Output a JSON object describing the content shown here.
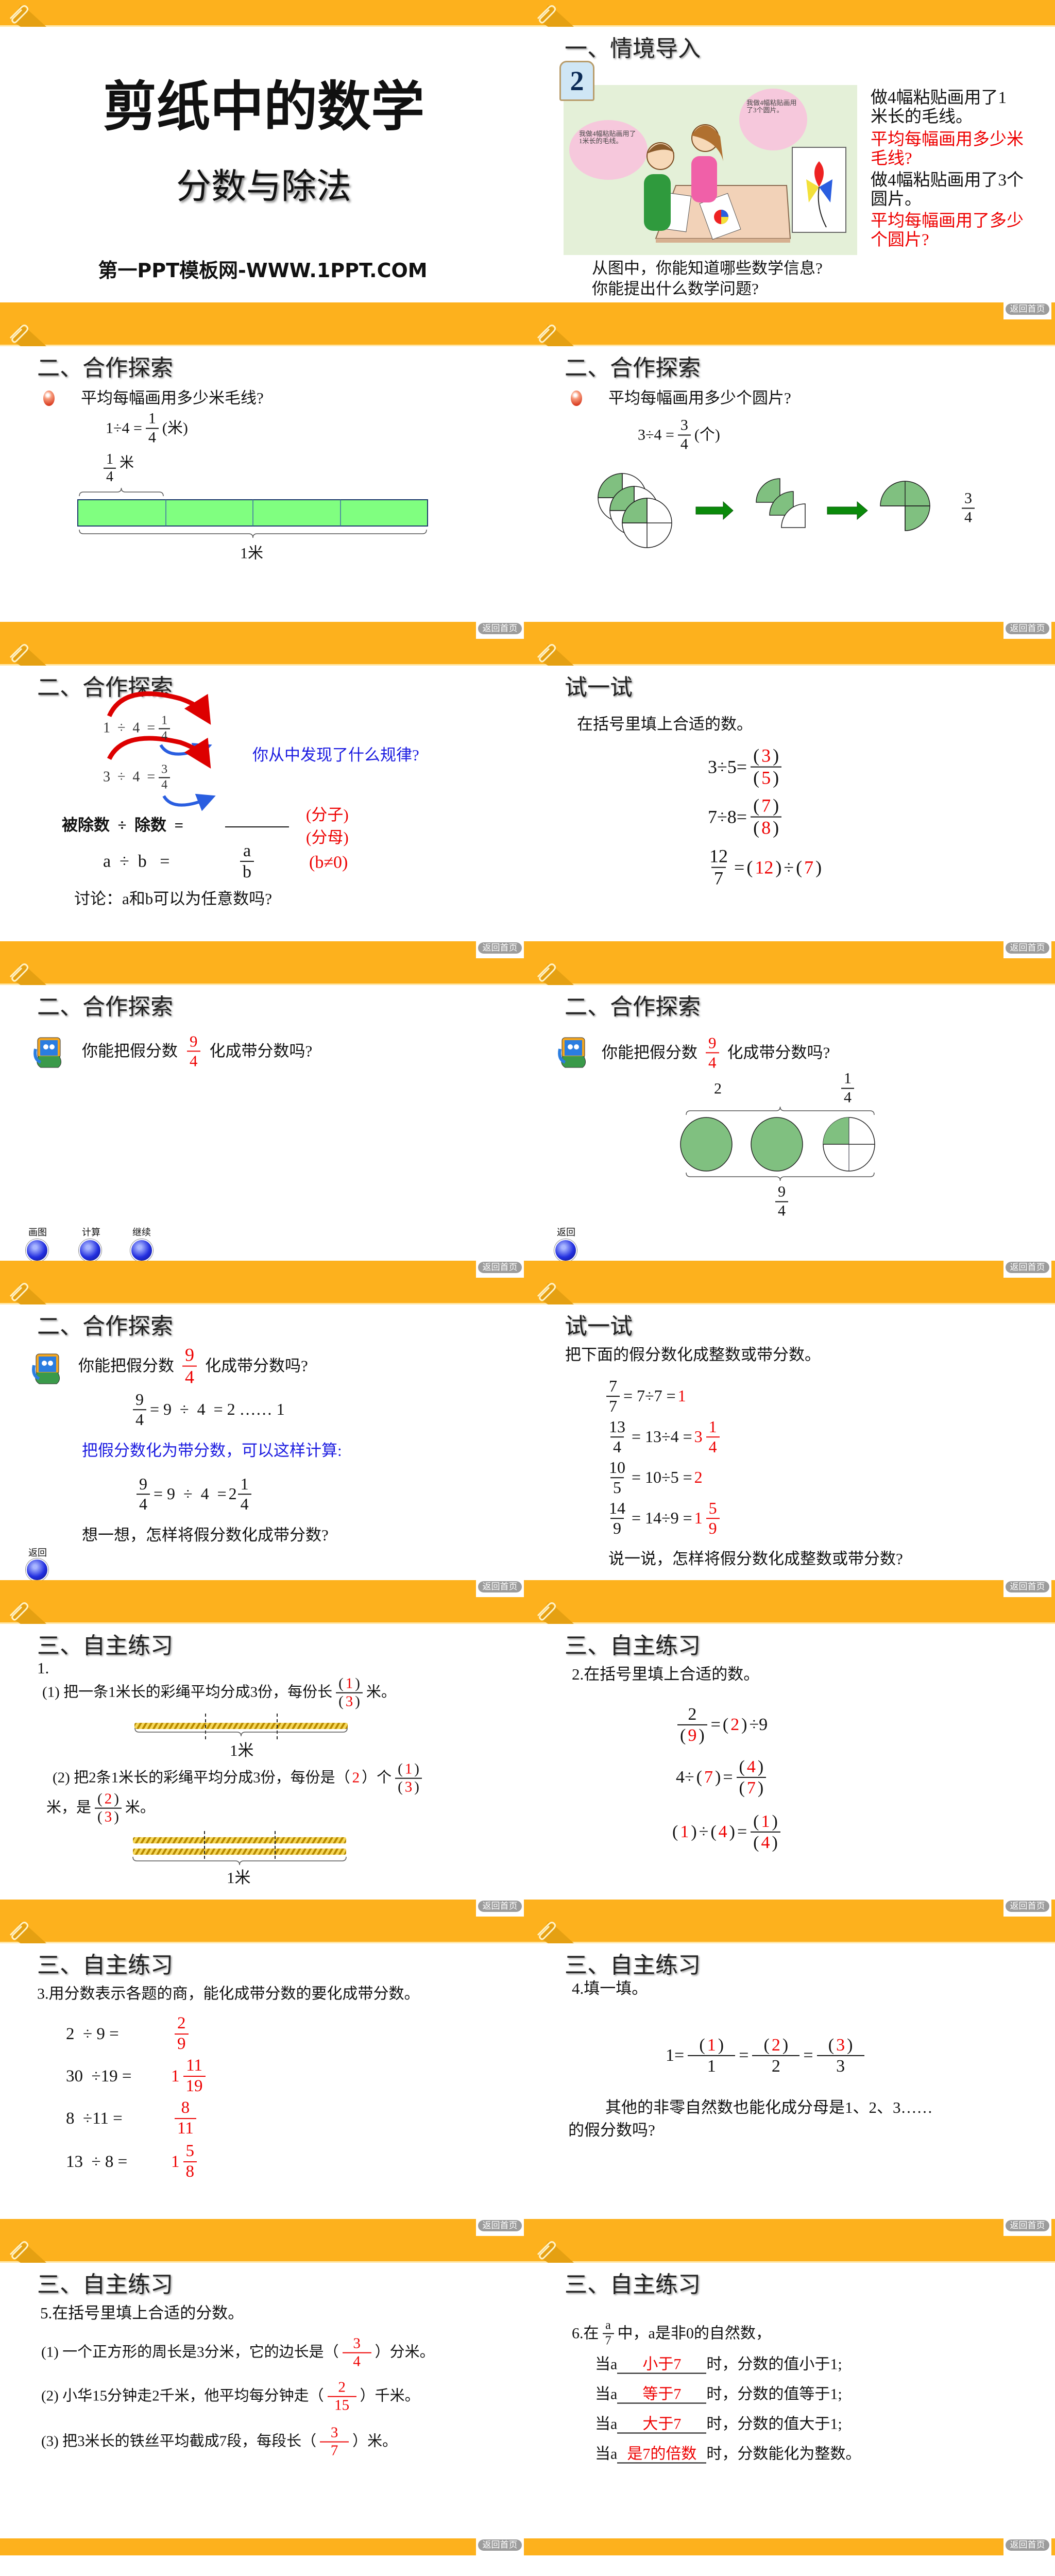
{
  "common": {
    "return_home": "返回首页",
    "return": "返回",
    "clip_icon": "paperclip-icon",
    "accent": "#FDB11D"
  },
  "s01": {
    "title": "剪纸中的数学",
    "subtitle": "分数与除法",
    "footer": "第一PPT模板网-WWW.1PPT.COM"
  },
  "s02": {
    "heading": "一、情境导入",
    "badge": "2",
    "bubble_left": "我做4幅粘贴画用了1米长的毛线。",
    "bubble_right": "我做4幅粘贴画用了3个圆片。",
    "info": [
      "做4幅粘贴画用了1",
      "米长的毛线。",
      "平均每幅画用多少米",
      "毛线?",
      "做4幅粘贴画用了3个",
      "圆片。",
      "平均每幅画用了多少",
      "个圆片?"
    ],
    "questions": [
      "从图中，你能知道哪些数学信息?",
      "你能提出什么数学问题?"
    ]
  },
  "s03": {
    "heading": "二、合作探索",
    "question": "平均每幅画用多少米毛线?",
    "eq_lhs": "1÷4 =",
    "eq_num": "1",
    "eq_den": "4",
    "eq_unit": "(米)",
    "part_num": "1",
    "part_den": "4",
    "part_unit": "米",
    "whole_label": "1米"
  },
  "s04": {
    "heading": "二、合作探索",
    "question": "平均每幅画用多少个圆片?",
    "eq_lhs": "3÷4 =",
    "eq_num": "3",
    "eq_den": "4",
    "eq_unit": "(个)",
    "res_num": "3",
    "res_den": "4"
  },
  "s05": {
    "heading": "二、合作探索",
    "eq1_lhs": "1  ÷  4  =",
    "eq1_num": "1",
    "eq1_den": "4",
    "eq2_lhs": "3  ÷  4  =",
    "eq2_num": "3",
    "eq2_den": "4",
    "prompt": "你从中发现了什么规律?",
    "formula_lhs": "被除数  ÷  除数  =",
    "numerator_label": "(分子)",
    "denominator_label": "(分母)",
    "ab_lhs": "a  ÷  b   =",
    "ab_num": "a",
    "ab_den": "b",
    "condition": "(b≠0)",
    "discuss": "讨论：a和b可以为任意数吗?"
  },
  "s06": {
    "heading": "试一试",
    "instruction": "在括号里填上合适的数。",
    "rows": [
      {
        "lhs": "3÷5=",
        "num": "3",
        "den": "5"
      },
      {
        "lhs": "7÷8=",
        "num": "7",
        "den": "8"
      }
    ],
    "last": {
      "num": "12",
      "den": "7",
      "eq": "=",
      "a": "12",
      "op": "÷",
      "b": "7"
    }
  },
  "s07": {
    "heading": "二、合作探索",
    "q_pre": "你能把假分数",
    "q_num": "9",
    "q_den": "4",
    "q_post": "化成带分数吗?",
    "buttons": [
      "画图",
      "计算",
      "继续"
    ]
  },
  "s08": {
    "heading": "二、合作探索",
    "q_pre": "你能把假分数",
    "q_num": "9",
    "q_den": "4",
    "q_post": "化成带分数吗?",
    "whole": "2",
    "part_num": "1",
    "part_den": "4",
    "total_num": "9",
    "total_den": "4",
    "button": "返回"
  },
  "s09": {
    "heading": "二、合作探索",
    "q_pre": "你能把假分数",
    "q_num": "9",
    "q_den": "4",
    "q_post": "化成带分数吗?",
    "eq1_num": "9",
    "eq1_den": "4",
    "eq1_rest": "= 9  ÷  4  = 2 …… 1",
    "method": "把假分数化为带分数，可以这样计算:",
    "eq2_num": "9",
    "eq2_den": "4",
    "eq2_rest": "= 9  ÷  4  =",
    "eq2_whole": "2",
    "eq2_fnum": "1",
    "eq2_fden": "4",
    "think": "想一想，怎样将假分数化成带分数?",
    "button": "返回"
  },
  "s10": {
    "heading": "试一试",
    "instruction": "把下面的假分数化成整数或带分数。",
    "rows": [
      {
        "num": "7",
        "den": "7",
        "expr": "= 7÷7 =",
        "whole": "1",
        "fnum": "",
        "fden": ""
      },
      {
        "num": "13",
        "den": "4",
        "expr": "= 13÷4 =",
        "whole": "3",
        "fnum": "1",
        "fden": "4"
      },
      {
        "num": "10",
        "den": "5",
        "expr": "= 10÷5 =",
        "whole": "2",
        "fnum": "",
        "fden": ""
      },
      {
        "num": "14",
        "den": "9",
        "expr": "= 14÷9 =",
        "whole": "1",
        "fnum": "5",
        "fden": "9"
      }
    ],
    "talk": "说一说，怎样将假分数化成整数或带分数?"
  },
  "s11": {
    "heading": "三、自主练习",
    "number": "1.",
    "p1_text": "(1) 把一条1米长的彩绳平均分成3份，每份长",
    "p1_num": "1",
    "p1_den": "3",
    "p1_post": "米。",
    "label1": "1米",
    "p2_text": "(2) 把2条1米长的彩绳平均分成3份，每份是（",
    "p2_count": "2",
    "p2_mid": "）个",
    "p2_num": "1",
    "p2_den": "3",
    "p2b_pre": "米，是",
    "p2b_num": "2",
    "p2b_den": "3",
    "p2b_post": "米。",
    "label2": "1米"
  },
  "s12": {
    "heading": "三、自主练习",
    "instruction": "2.在括号里填上合适的数。",
    "e1": {
      "num": "2",
      "den": "9",
      "eq": "=",
      "a": "2",
      "rest": "÷9"
    },
    "e2": {
      "pre": "4÷",
      "b": "7",
      "eq": "=",
      "num": "4",
      "den": "7"
    },
    "e3": {
      "a": "1",
      "op": "÷",
      "b": "4",
      "eq": "=",
      "num": "1",
      "den": "4"
    }
  },
  "s13": {
    "heading": "三、自主练习",
    "instruction": "3.用分数表示各题的商，能化成带分数的要化成带分数。",
    "rows": [
      {
        "expr": "2  ÷ 9 =",
        "whole": "",
        "num": "2",
        "den": "9"
      },
      {
        "expr": "30  ÷19 =",
        "whole": "1",
        "num": "11",
        "den": "19"
      },
      {
        "expr": "8  ÷11 =",
        "whole": "",
        "num": "8",
        "den": "11"
      },
      {
        "expr": "13  ÷ 8 =",
        "whole": "1",
        "num": "5",
        "den": "8"
      }
    ]
  },
  "s14": {
    "heading": "三、自主练习",
    "instruction": "4.填一填。",
    "lhs": "1=",
    "eq": "=",
    "fracs": [
      {
        "num": "1",
        "den": "1"
      },
      {
        "num": "2",
        "den": "2"
      },
      {
        "num": "3",
        "den": "3"
      }
    ],
    "q1": "其他的非零自然数也能化成分母是1、2、3……",
    "q2": "的假分数吗?"
  },
  "s15": {
    "heading": "三、自主练习",
    "instruction": "5.在括号里填上合适的分数。",
    "items": [
      {
        "pre": "(1) 一个正方形的周长是3分米，它的边长是（",
        "num": "3",
        "den": "4",
        "post": "）分米。"
      },
      {
        "pre": "(2) 小华15分钟走2千米，他平均每分钟走（",
        "num": "2",
        "den": "15",
        "post": "）千米。"
      },
      {
        "pre": "(3) 把3米长的铁丝平均截成7段，每段长（",
        "num": "3",
        "den": "7",
        "post": "）米。"
      }
    ]
  },
  "s16": {
    "heading": "三、自主练习",
    "intro_pre": "6.在",
    "intro_num": "a",
    "intro_den": "7",
    "intro_post": "中，a是非0的自然数，",
    "lines": [
      {
        "pre": "当a",
        "answer": "小于7",
        "post": "时，分数的值小于1;"
      },
      {
        "pre": "当a",
        "answer": "等于7",
        "post": "时，分数的值等于1;"
      },
      {
        "pre": "当a",
        "answer": "大于7",
        "post": "时，分数的值大于1;"
      },
      {
        "pre": "当a",
        "answer": "是7的倍数",
        "post": "时，分数能化为整数。"
      }
    ]
  }
}
